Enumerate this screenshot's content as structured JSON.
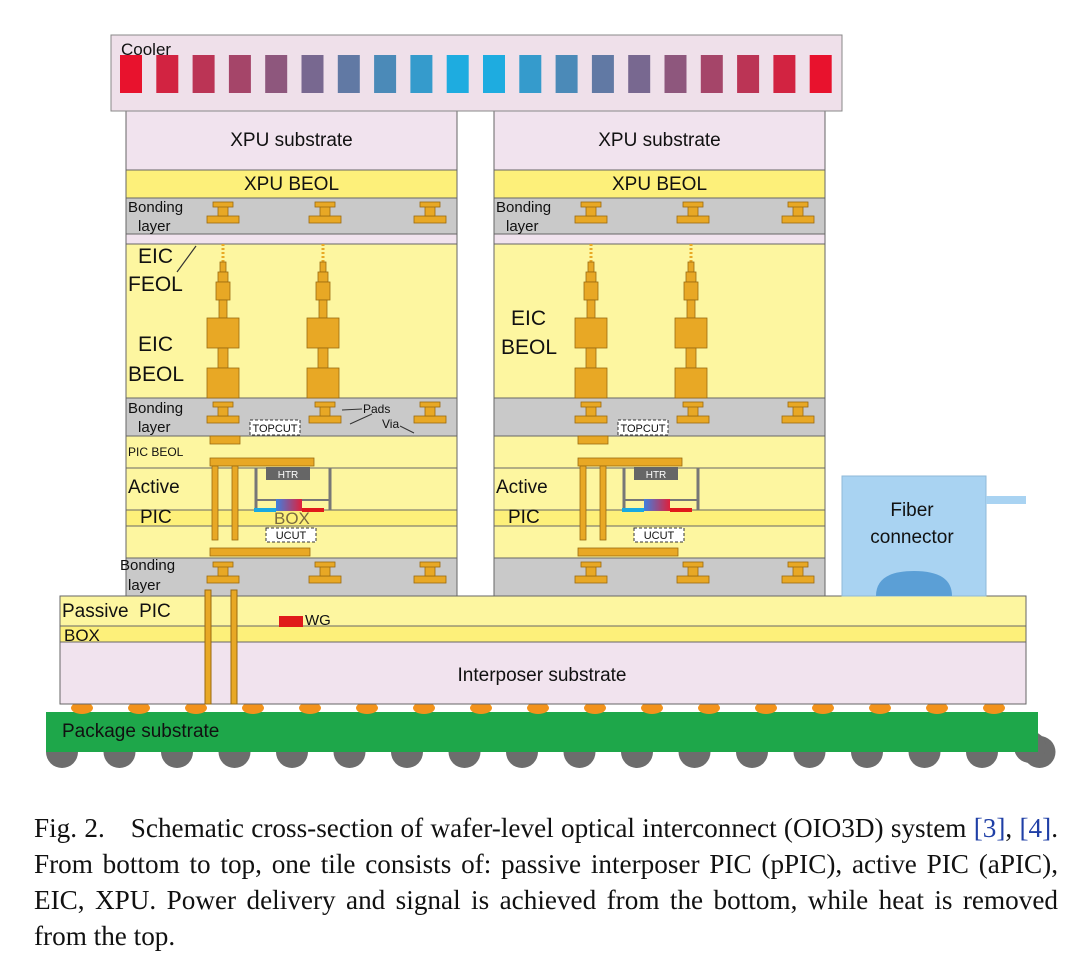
{
  "diagram": {
    "cooler_label": "Cooler",
    "xpu_substrate_label": "XPU substrate",
    "xpu_beol_label": "XPU BEOL",
    "bonding_layer_label_line1": "Bonding",
    "bonding_layer_label_line2": "layer",
    "eic_feol_label_line1": "EIC",
    "eic_feol_label_line2": "FEOL",
    "eic_beol_label_line1": "EIC",
    "eic_beol_label_line2": "BEOL",
    "pads_label": "Pads",
    "via_label": "Via",
    "topcut_label": "TOPCUT",
    "pic_beol_label": "PIC BEOL",
    "htr_label": "HTR",
    "active_pic_label_line1": "Active",
    "active_pic_label_line2": "PIC",
    "box_label": "BOX",
    "ucut_label": "UCUT",
    "passive_pic_label": "Passive  PIC",
    "wg_label": "WG",
    "interposer_label": "Interposer substrate",
    "package_label": "Package substrate",
    "fiber_label_line1": "Fiber",
    "fiber_label_line2": "connector"
  },
  "colors": {
    "cooler_bg": "#efe0ea",
    "substrate": "#f1e3ee",
    "yellow_layer": "#fdf6a0",
    "bright_yellow": "#fdf07a",
    "bonding_gray": "#c9c9c9",
    "copper": "#e8a825",
    "package_green": "#1ea74a",
    "fiber_blue": "#a9d3f2",
    "cooler_hot": "#e8122d",
    "cooler_cold": "#13b5ea",
    "waveguide_red": "#e01a1a"
  },
  "caption": {
    "label": "Fig. 2.",
    "text_before_refs": "Schematic cross-section of wafer-level optical interconnect (OIO3D) system ",
    "ref1": "[3]",
    "ref_sep": ", ",
    "ref2": "[4]",
    "text_after_refs": ". From bottom to top, one tile consists of: passive interposer PIC (pPIC), active PIC (aPIC), EIC, XPU. Power delivery and signal is achieved from the bottom, while heat is removed from the top."
  }
}
